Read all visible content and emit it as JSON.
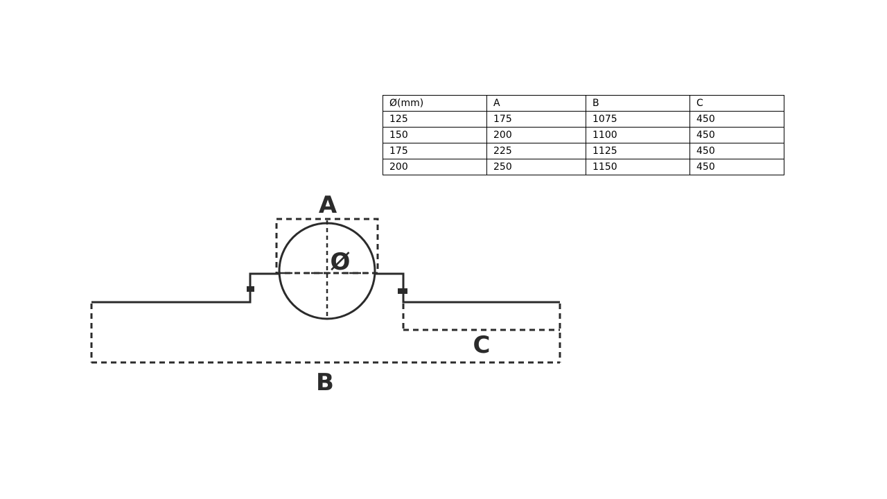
{
  "table": {
    "headers": [
      "Ø(mm)",
      "A",
      "B",
      "C"
    ],
    "rows": [
      [
        "125",
        "175",
        "1075",
        "450"
      ],
      [
        "150",
        "200",
        "1100",
        "450"
      ],
      [
        "175",
        "225",
        "1125",
        "450"
      ],
      [
        "200",
        "250",
        "1150",
        "450"
      ]
    ]
  },
  "diagram": {
    "label_a": "A",
    "label_b": "B",
    "label_c": "C",
    "label_diameter": "Ø",
    "line_color": "#2b2b2b"
  }
}
